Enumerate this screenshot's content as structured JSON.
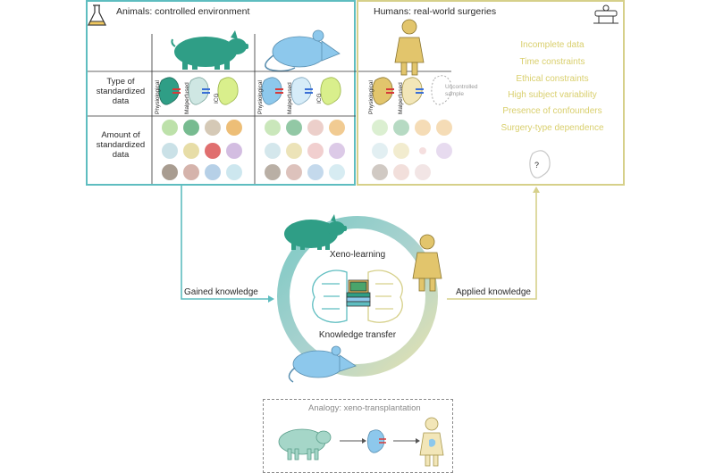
{
  "animals_panel": {
    "title": "Animals: controlled environment",
    "row_labels": {
      "type": "Type of standardized data",
      "amount": "Amount of standardized data"
    },
    "column_labels": [
      "Physiological",
      "Malperfused",
      "ICG"
    ]
  },
  "humans_panel": {
    "title": "Humans: real-world surgeries",
    "column_labels": [
      "Physiological",
      "Malperfused"
    ],
    "uncontrolled_label": "Uncontrolled sample",
    "constraints": [
      "Incomplete data",
      "Time constraints",
      "Ethical constraints",
      "High subject variability",
      "Presence of confounders",
      "Surgery-type dependence"
    ],
    "question_mark": "?"
  },
  "center": {
    "xeno_learning": "Xeno-learning",
    "knowledge_transfer": "Knowledge transfer",
    "gained_knowledge": "Gained knowledge",
    "applied_knowledge": "Applied knowledge"
  },
  "analogy": {
    "title": "Analogy: xeno-transplantation"
  },
  "colors": {
    "pig": "#2f9e86",
    "mouse": "#8dc8ec",
    "human": "#e2c56c",
    "animal_border": "#5ebdc0",
    "human_border": "#d6d08a",
    "constraint_text": "#d9cf6d",
    "kidney_red": "#d63a3a",
    "kidney_blue": "#3a6fd6"
  }
}
